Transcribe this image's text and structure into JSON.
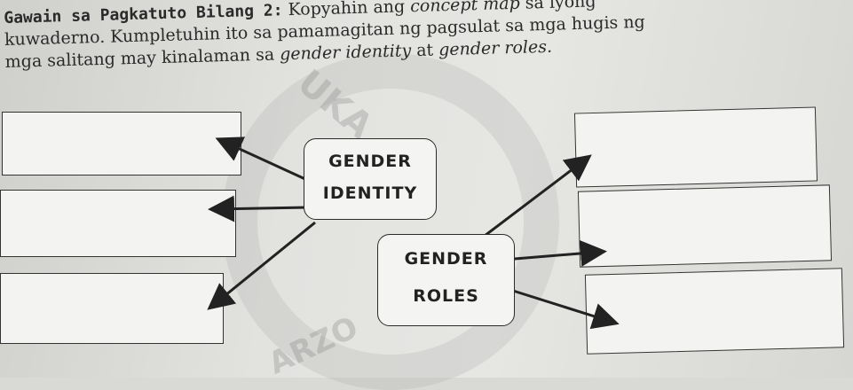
{
  "instructions": {
    "lead": "Gawain sa Pagkatuto Bilang 2:",
    "line1_rest": "Kopyahin ang",
    "line1_italic": "concept map",
    "line1_end": "sa iyong",
    "line2": "kuwaderno. Kumpletuhin ito sa pamamagitan ng pagsulat sa mga hugis ng",
    "line3_start": "mga salitang may kinalaman sa",
    "line3_italic1": "gender identity",
    "line3_mid": "at",
    "line3_italic2": "gender roles."
  },
  "concept_map": {
    "center_identity": {
      "line1": "GENDER",
      "line2": "IDENTITY"
    },
    "center_roles": {
      "line1": "GENDER",
      "line2": "ROLES"
    }
  },
  "watermark": {
    "text1": "UKA",
    "text2": "ARZO"
  }
}
